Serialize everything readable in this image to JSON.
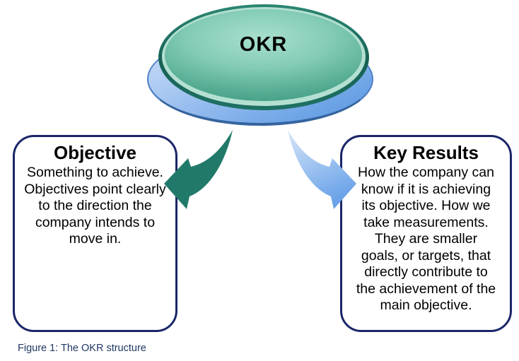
{
  "diagram": {
    "hub": {
      "label": "OKR"
    },
    "left_box": {
      "title": "Objective",
      "body": "Something to achieve.\nObjectives point clearly\nto the direction the\ncompany intends to\nmove in."
    },
    "right_box": {
      "title": "Key Results",
      "body": "How the company can\nknow if it is achieving\nits objective. How we\ntake measurements.\nThey are smaller\ngoals, or targets, that\ndirectly contribute to\nthe achievement of the\nmain objective."
    },
    "caption": "Figure 1: The OKR structure",
    "colors": {
      "box_border": "#1a2668",
      "box_fill": "#ffffff",
      "caption_text": "#203864",
      "left_arrow": "#217a69",
      "right_arrow_light": "#d6e6f9",
      "right_arrow_dark": "#6ba3e8",
      "hub_rim_teal": "#1d6e60",
      "hub_ring_light": "#b4e0d1",
      "hub_face_light": "#a9dfce",
      "hub_face_dark": "#47a088",
      "hub_base_light": "#cfe0f8",
      "hub_base_dark": "#5b94de",
      "hub_label_text": "#000000"
    }
  }
}
